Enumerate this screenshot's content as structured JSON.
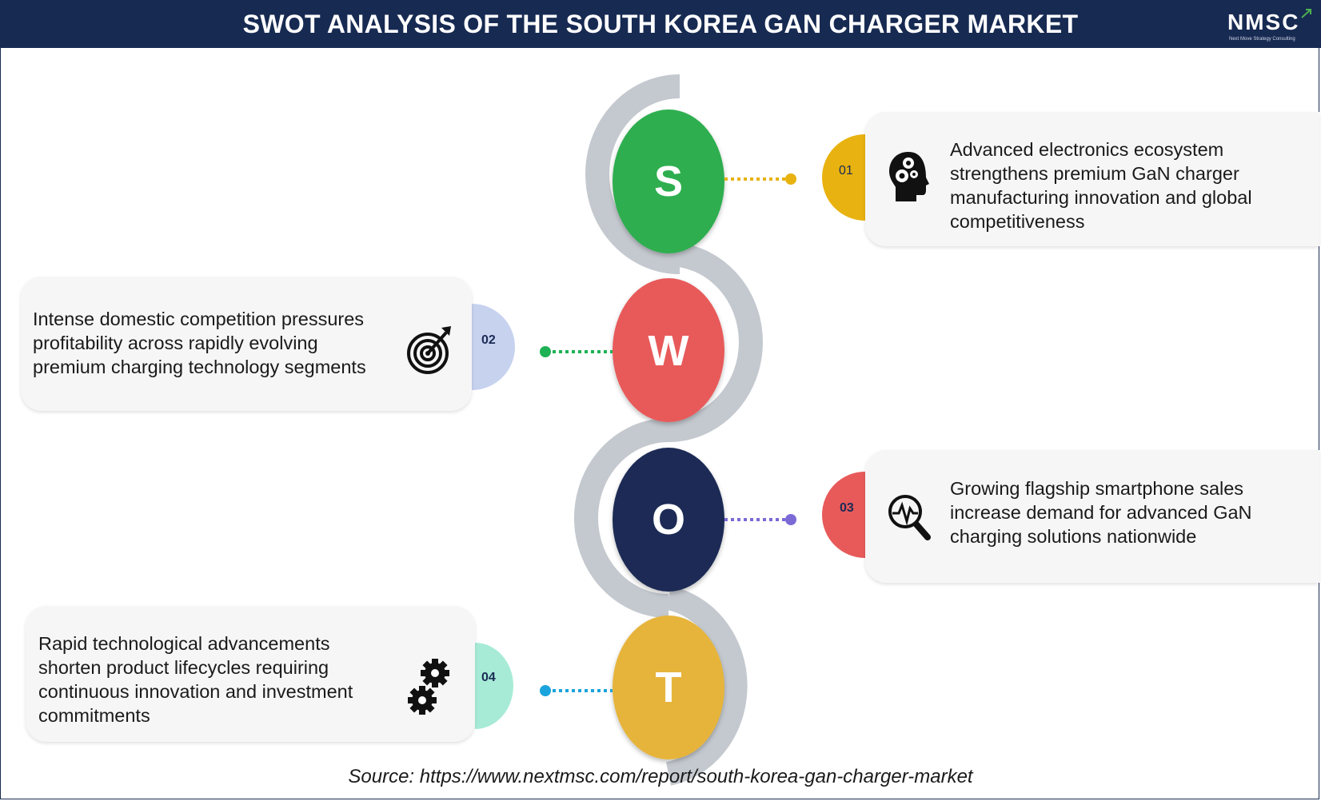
{
  "header": {
    "title": "SWOT ANALYSIS OF THE SOUTH KOREA GAN CHARGER MARKET",
    "logo_text": "NMSC",
    "logo_subtitle": "Next Move Strategy Consulting"
  },
  "swot": [
    {
      "letter": "S",
      "number": "01",
      "text": "Advanced electronics ecosystem strengthens premium GaN charger manufacturing innovation and global competitiveness",
      "color": "#2eae4f",
      "tab_color": "#e8b210",
      "dot_color": "#e8b210",
      "icon": "head-gears-icon"
    },
    {
      "letter": "W",
      "number": "02",
      "text": "Intense domestic competition pressures profitability across rapidly evolving premium charging technology segments",
      "color": "#e85a5a",
      "tab_color": "#c6d2ee",
      "dot_color": "#1eb155",
      "icon": "target-icon"
    },
    {
      "letter": "O",
      "number": "03",
      "text": "Growing flagship smartphone sales increase demand for advanced GaN charging solutions nationwide",
      "color": "#1b2b55",
      "tab_color": "#e85a5a",
      "dot_color": "#7b6ad6",
      "icon": "magnifier-pulse-icon"
    },
    {
      "letter": "T",
      "number": "04",
      "text": "Rapid technological advancements shorten product lifecycles requiring continuous innovation and investment commitments",
      "color": "#e6b43a",
      "tab_color": "#a7ebd6",
      "dot_color": "#1aa3dc",
      "icon": "gears-icon"
    }
  ],
  "footer": {
    "source": "Source: https://www.nextmsc.com/report/south-korea-gan-charger-market"
  }
}
